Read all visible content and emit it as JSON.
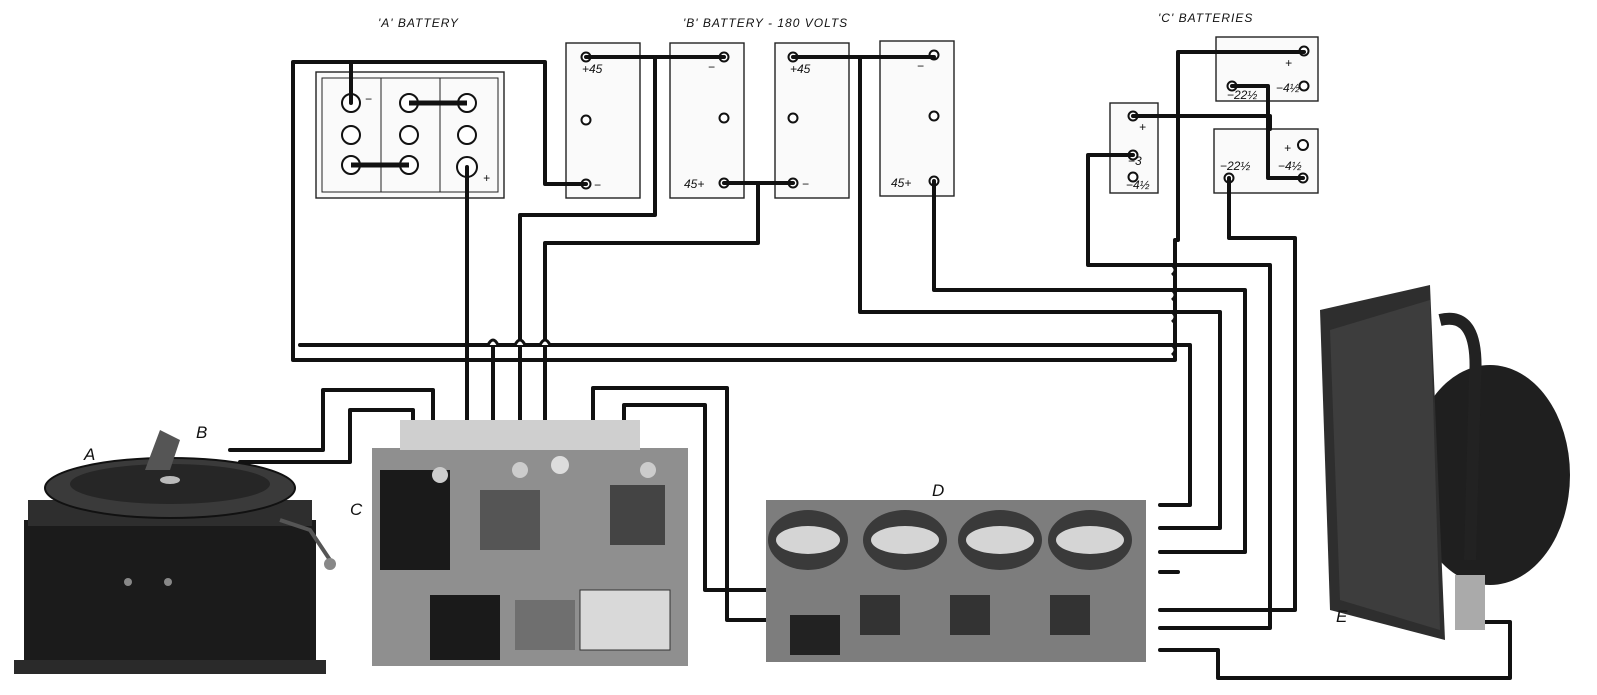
{
  "labels": {
    "a_battery": "'A' BATTERY",
    "b_battery": "'B' BATTERY - 180 VOLTS",
    "c_batteries": "'C' BATTERIES"
  },
  "component_letters": {
    "a": "A",
    "b": "B",
    "c": "C",
    "d": "D",
    "e": "E"
  },
  "terminals": {
    "b1_plus": "+45",
    "b1_minus": "−",
    "b2_minus": "−",
    "b2_plus": "45+",
    "b3_plus": "+45",
    "b3_minus": "−",
    "b4_minus": "−",
    "b4_plus": "45+",
    "a_minus": "−",
    "a_plus": "+",
    "c_small_plus": "+",
    "c_small_minus3": "−3",
    "c_small_minus4half": "−4½",
    "c_top_plus": "+",
    "c_top_minus22": "−22½",
    "c_top_minus4half": "−4½",
    "c_bot_plus": "+",
    "c_bot_minus22": "−22½",
    "c_bot_minus4half": "−4½"
  }
}
